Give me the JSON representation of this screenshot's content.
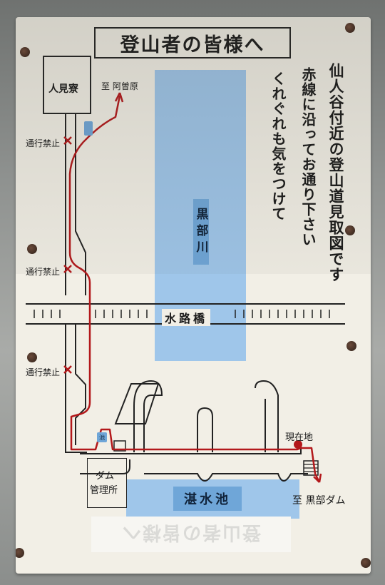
{
  "sign": {
    "title": "登山者の皆様へ",
    "notice_line1": "仙人谷付近の登山道見取図です",
    "notice_line2": "赤線に沿ってお通り下さい",
    "notice_line3": "くれぐれも気をつけて",
    "hut_label": "人見寮",
    "to_abora": "至 阿曽原",
    "no_entry_1": "通行禁止",
    "no_entry_2": "通行禁止",
    "no_entry_3": "通行禁止",
    "river_label": "黒部川",
    "bridge_label": "水路橋",
    "dam_office_line1": "ダム",
    "dam_office_line2": "管理所",
    "current_location": "現在地",
    "reservoir_label": "湛水池",
    "pond_small": "池",
    "to_kurobe_dam": "至 黒部ダム",
    "ghost_text": "登山者の皆様へ"
  },
  "colors": {
    "board": "#f2efe6",
    "river": "#9fc6ea",
    "route": "#b3181b",
    "line": "#222222"
  },
  "icons": [
    "cross-mark-icon",
    "current-location-dot-icon",
    "route-arrow-icon",
    "bolt-icon"
  ]
}
